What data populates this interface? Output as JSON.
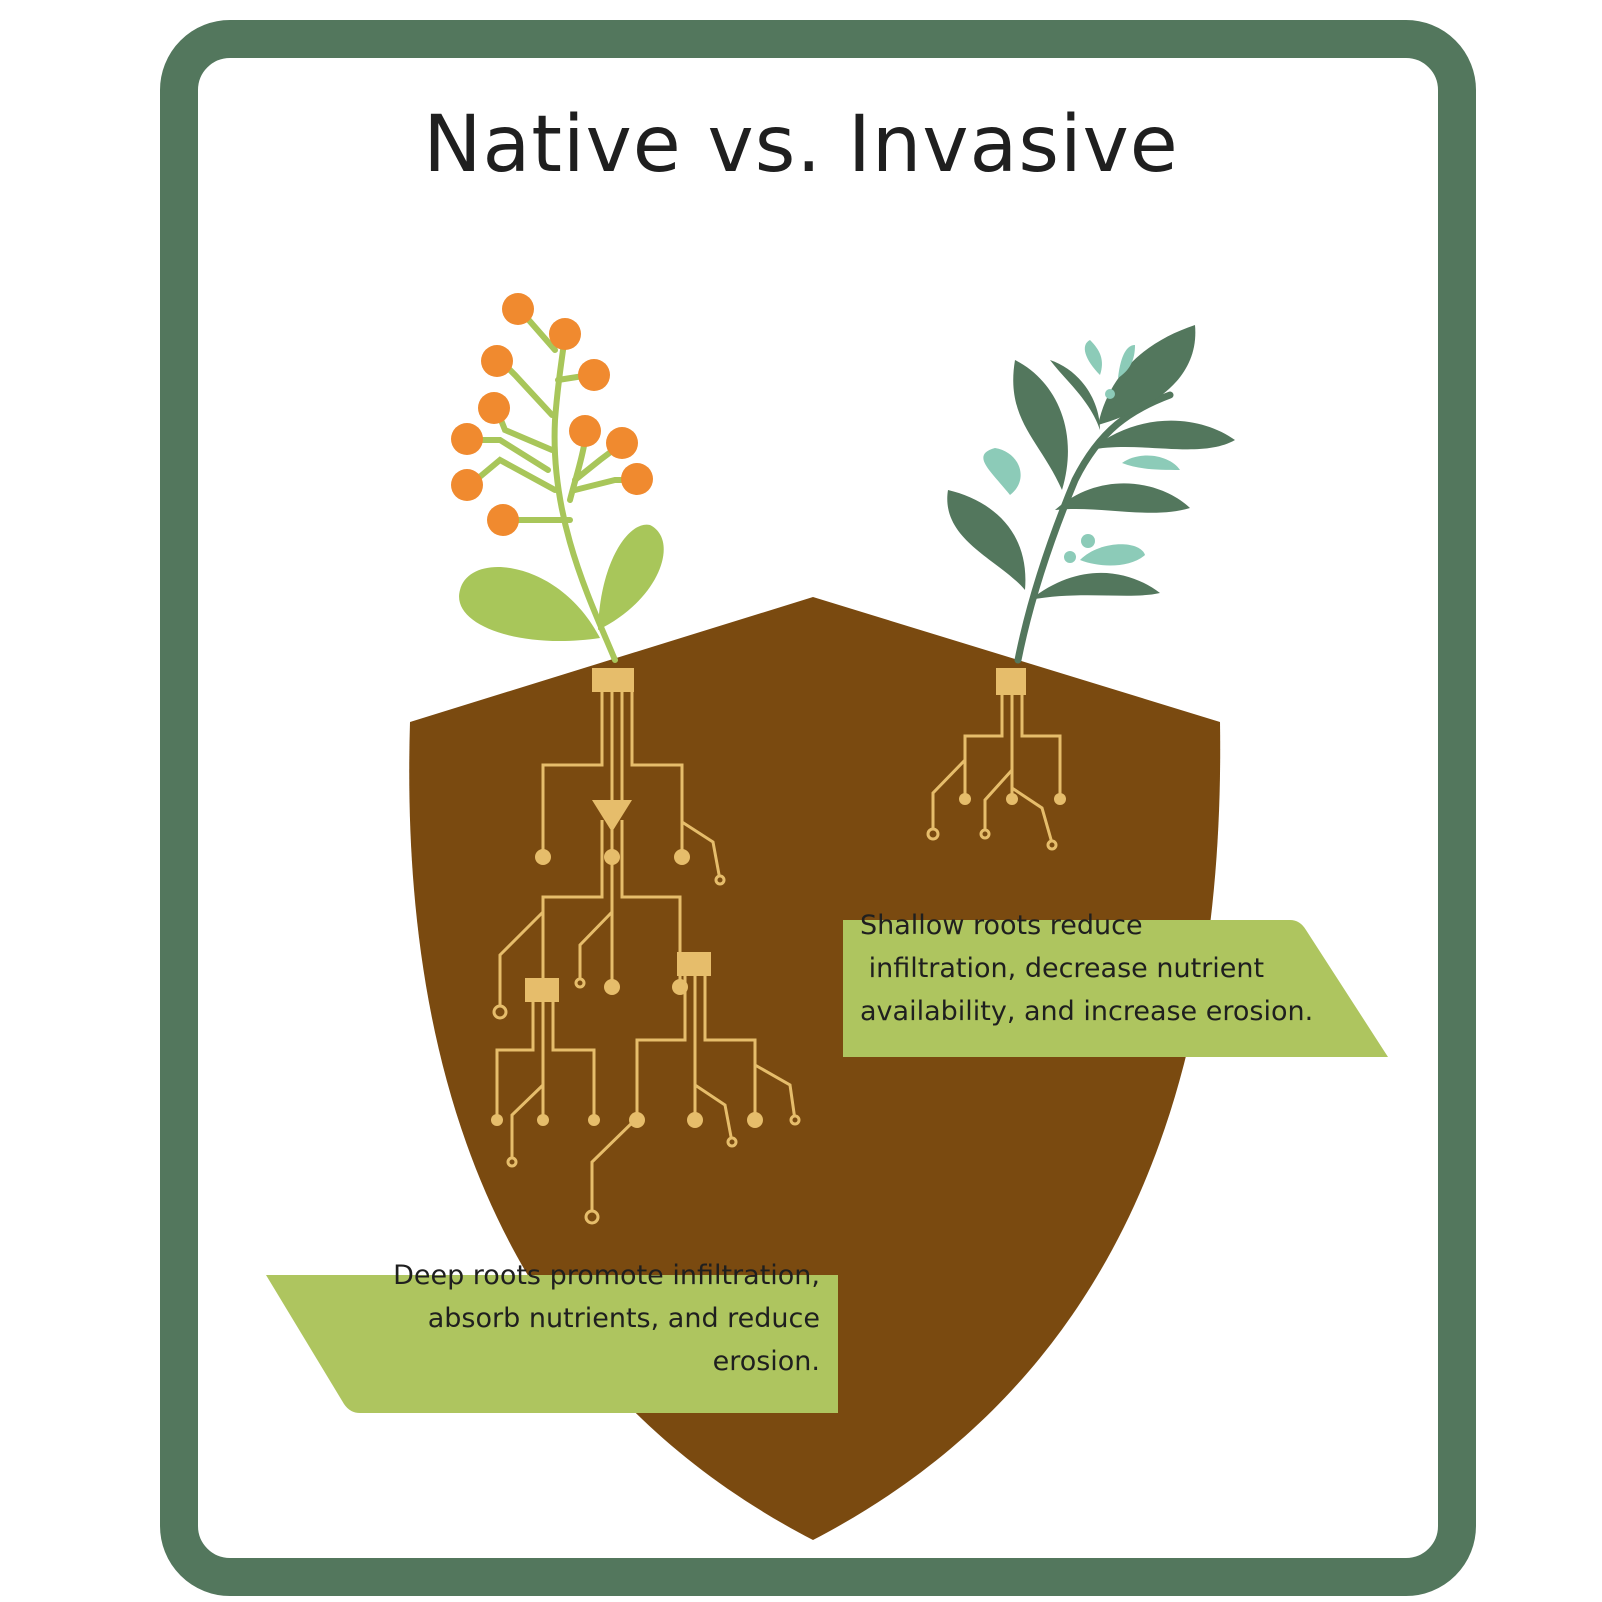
{
  "title": "Native vs. Invasive",
  "native_label": {
    "lines": [
      "Deep roots promote infiltration,",
      "absorb nutrients, and reduce",
      "erosion."
    ]
  },
  "invasive_label": {
    "lines": [
      "Shallow roots reduce",
      " infiltration, decrease nutrient",
      "availability, and increase erosion."
    ]
  },
  "colors": {
    "frame": "#53775d",
    "soil": "#7a4a10",
    "roots": "#e6bd6b",
    "label_bg": "#aec55f",
    "native_berries": "#f08a2f",
    "native_stem": "#a8c65a",
    "invasive_leaves": "#53775d",
    "invasive_accent": "#8ccbb8"
  },
  "icons": {
    "native_plant": "flowering-plant-icon",
    "invasive_plant": "leafy-plant-icon"
  }
}
